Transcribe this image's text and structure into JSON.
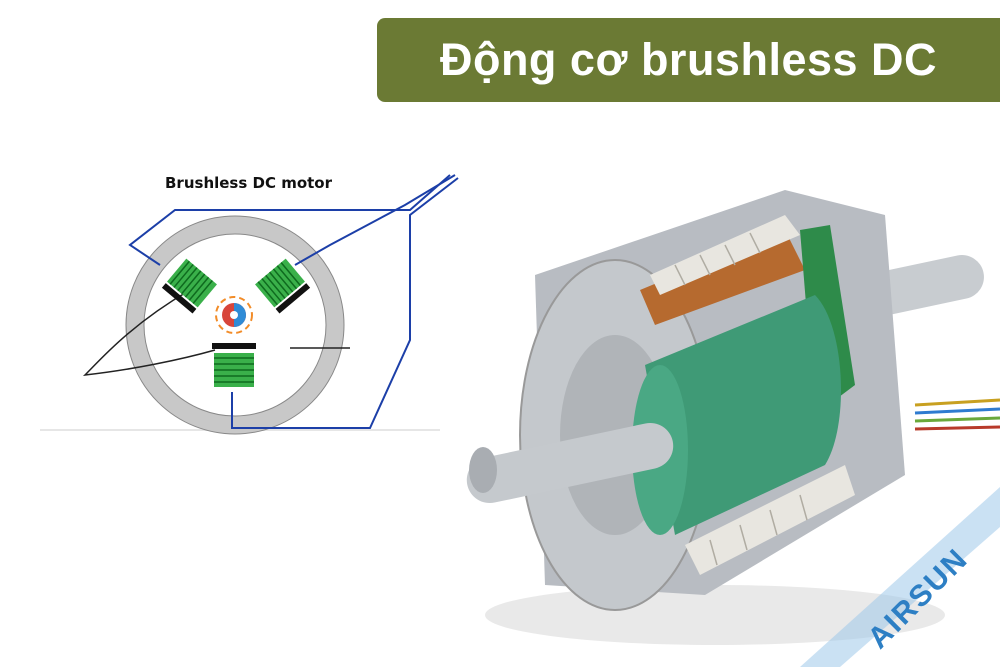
{
  "banner": {
    "title": "Động cơ brushless DC",
    "color": "#6b7a34"
  },
  "diagram": {
    "title": "Brushless DC motor"
  },
  "watermark": {
    "text": "AIRSUN",
    "color": "#2d7fc4"
  }
}
